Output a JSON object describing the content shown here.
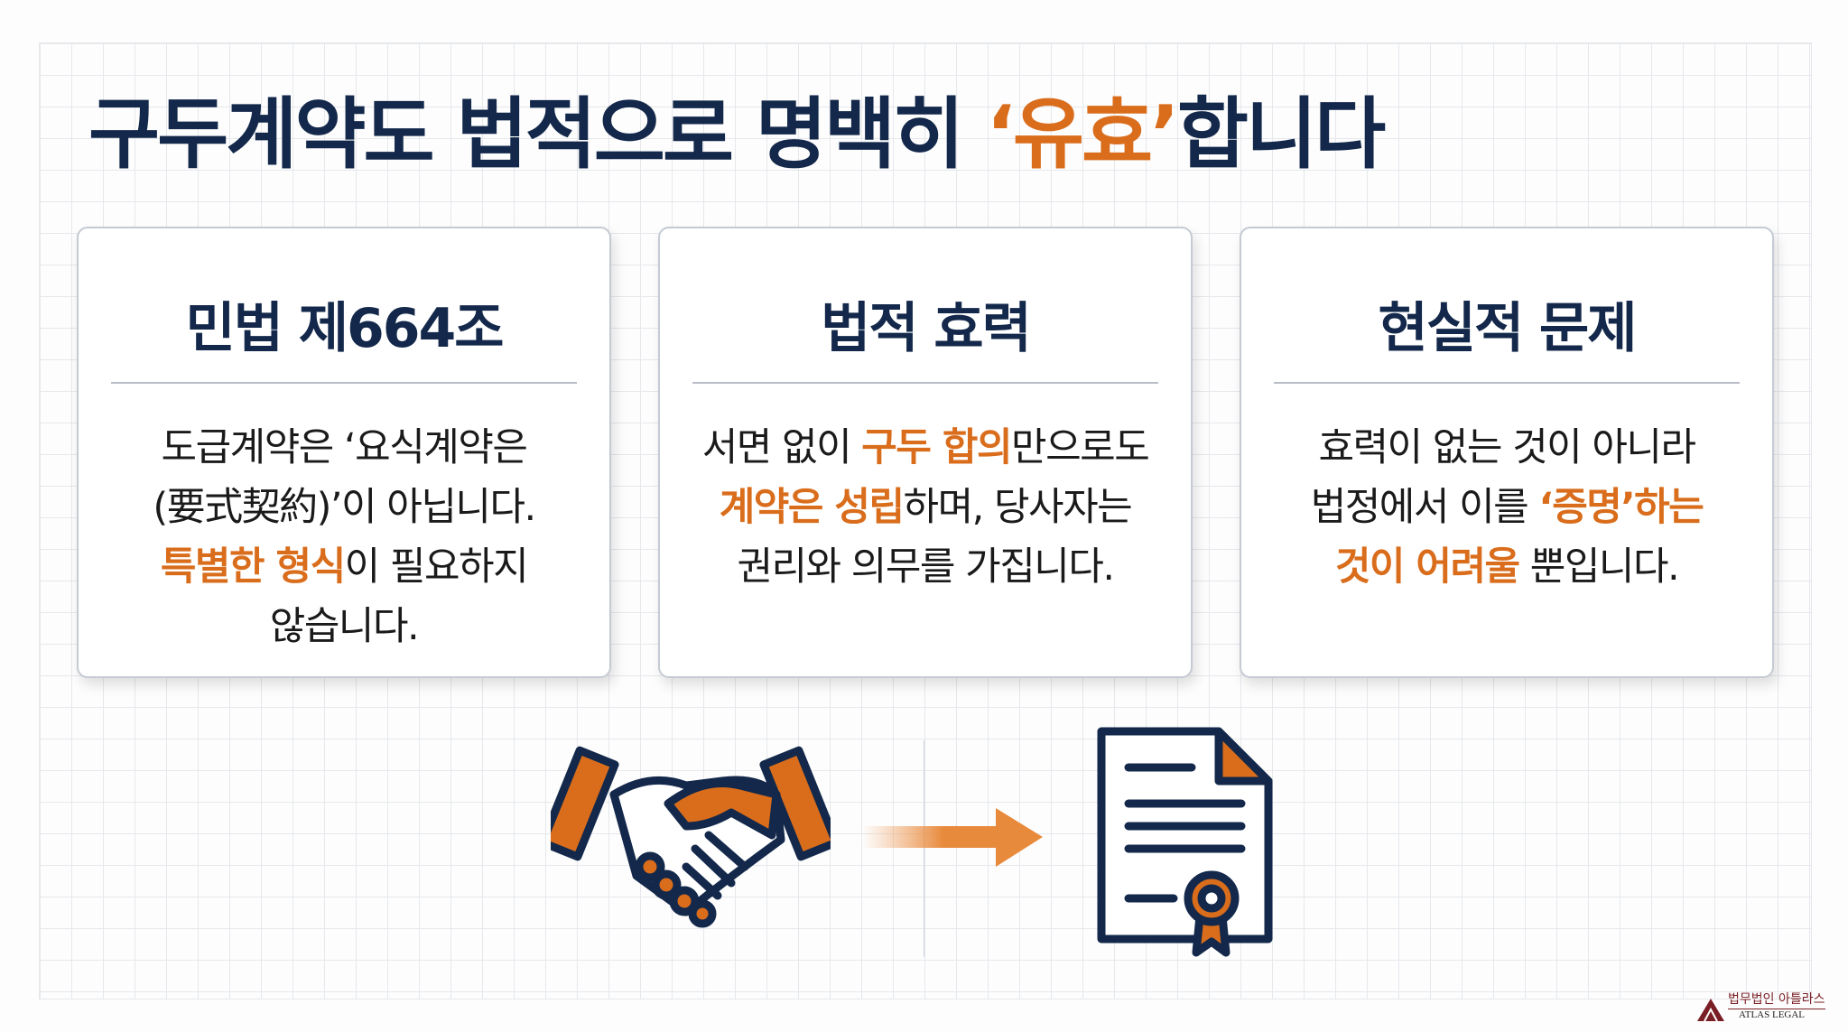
{
  "title": {
    "prefix": "구두계약도 법적으로 명백히 ",
    "highlight": "‘유효’",
    "suffix": "합니다"
  },
  "cards": [
    {
      "heading": "민법 제664조",
      "lines": [
        [
          {
            "t": "도급계약은 ‘요식계약은",
            "h": false
          }
        ],
        [
          {
            "t": "(要式契約)’이 아닙니다.",
            "h": false
          }
        ],
        [
          {
            "t": "특별한 형식",
            "h": true
          },
          {
            "t": "이 필요하지",
            "h": false
          }
        ],
        [
          {
            "t": "않습니다.",
            "h": false
          }
        ]
      ]
    },
    {
      "heading": "법적 효력",
      "lines": [
        [
          {
            "t": "서면 없이 ",
            "h": false
          },
          {
            "t": "구두 합의",
            "h": true
          },
          {
            "t": "만으로도",
            "h": false
          }
        ],
        [
          {
            "t": "계약은 성립",
            "h": true
          },
          {
            "t": "하며, 당사자는",
            "h": false
          }
        ],
        [
          {
            "t": "권리와 의무를 가집니다.",
            "h": false
          }
        ]
      ]
    },
    {
      "heading": "현실적 문제",
      "lines": [
        [
          {
            "t": "효력이 없는 것이 아니라",
            "h": false
          }
        ],
        [
          {
            "t": "법정에서 이를 ",
            "h": false
          },
          {
            "t": "‘증명’하는",
            "h": true
          }
        ],
        [
          {
            "t": "것이 어려울",
            "h": true
          },
          {
            "t": " 뿐입니다.",
            "h": false
          }
        ]
      ]
    }
  ],
  "icons": [
    "handshake-icon",
    "arrow-right-icon",
    "certificate-document-icon"
  ],
  "logo": {
    "korean": "법무법인 아틀라스",
    "english": "ATLAS LEGAL"
  },
  "colors": {
    "navy": "#13284a",
    "orange": "#d96d1c",
    "logo": "#7a1e25"
  }
}
